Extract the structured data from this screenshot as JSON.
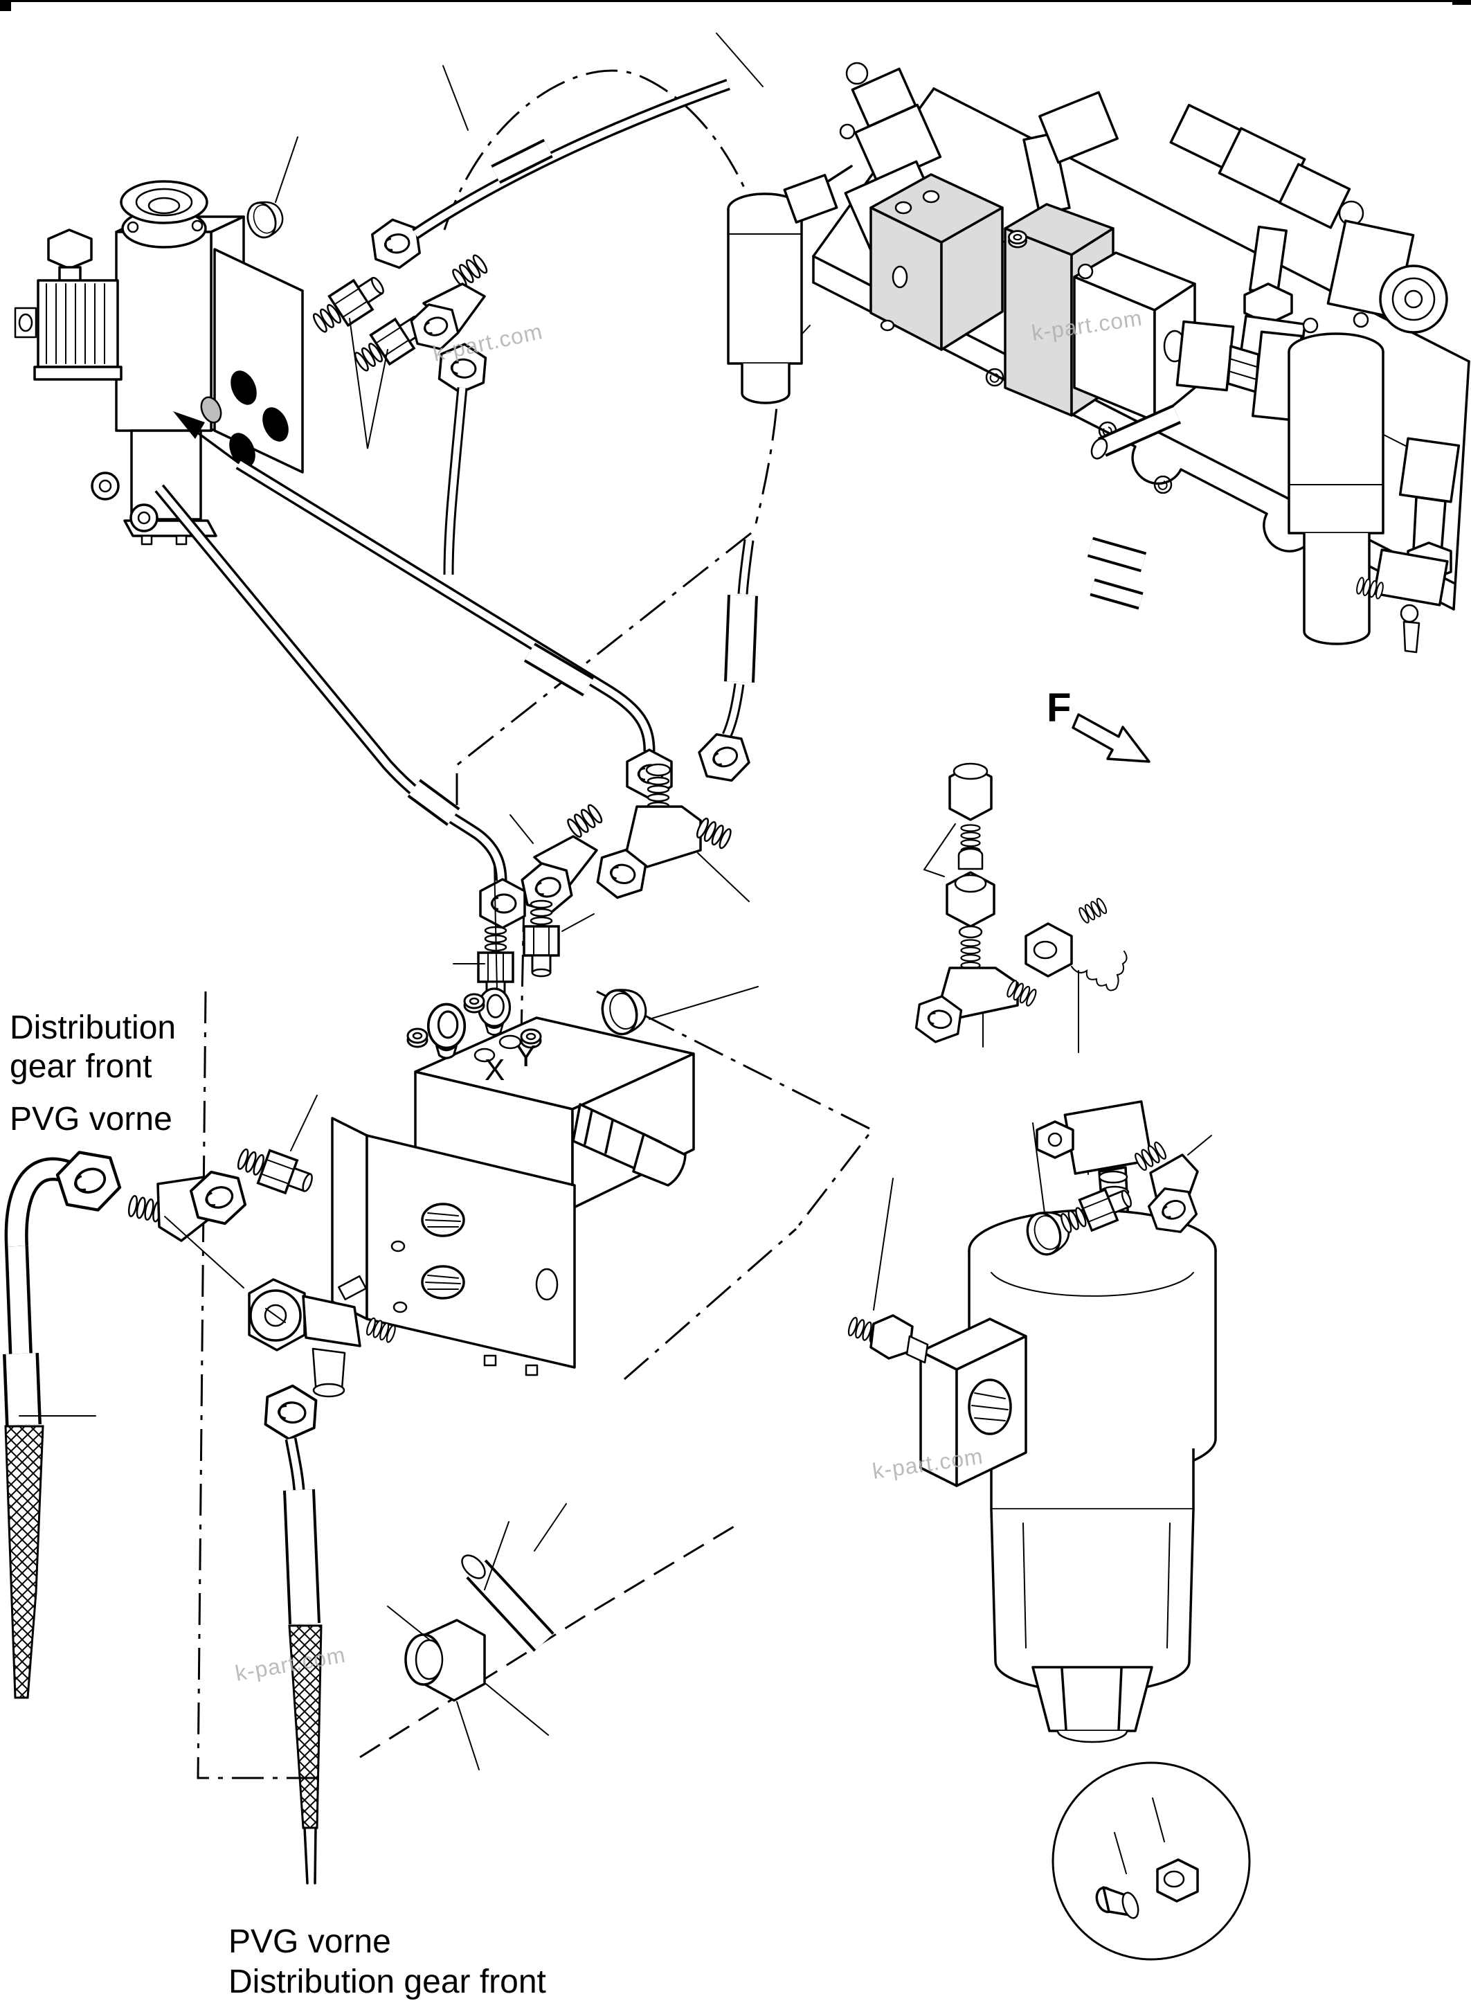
{
  "page": {
    "background_color": "#ffffff",
    "line_color": "#000000",
    "shade_fill_color": "#dcdcdc",
    "watermark_color": "#b0b0b0"
  },
  "annotations": {
    "left_label": [
      "Distribution",
      "gear front",
      "PVG vorne"
    ],
    "bottom_label": [
      "PVG vorne",
      "Distribution gear front"
    ],
    "port_labels": {
      "x": "X",
      "y": "Y"
    },
    "view_label": "F"
  },
  "watermark": {
    "text": "k-part.com"
  }
}
